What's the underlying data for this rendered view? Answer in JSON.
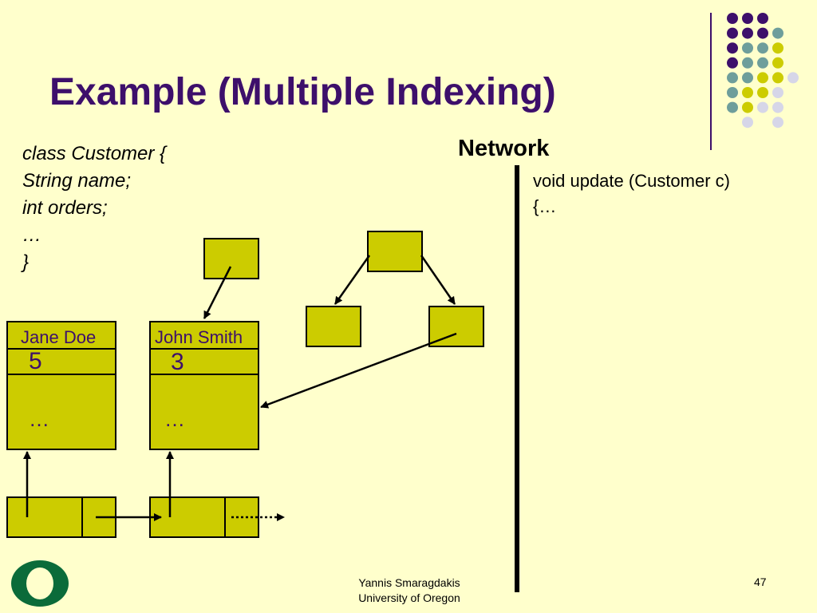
{
  "slide": {
    "title": "Example (Multiple Indexing)",
    "code_lines": [
      "class Customer {",
      "String name;",
      "int orders;",
      "…",
      "}"
    ],
    "network_label": "Network",
    "remote_code_lines": [
      "void update (Customer c)",
      "{…"
    ],
    "footer_lines": [
      "Yannis Smaragdakis",
      "University of Oregon"
    ],
    "page_number": "47"
  },
  "records": [
    {
      "name": "Jane Doe",
      "orders": "5",
      "rest": "…"
    },
    {
      "name": "John Smith",
      "orders": "3",
      "rest": "…"
    }
  ],
  "colors": {
    "background": "#ffffcc",
    "title": "#3d0f6b",
    "box_fill": "#cccc00",
    "logo_green": "#0b6b3a",
    "dot_purple": "#3d0f6b",
    "dot_teal": "#6e9e9b",
    "dot_yellow": "#cccc00",
    "dot_lavender": "#d6d6e8"
  },
  "icons": {
    "logo": "university-o-logo-icon",
    "decoration": "dot-grid-icon"
  }
}
